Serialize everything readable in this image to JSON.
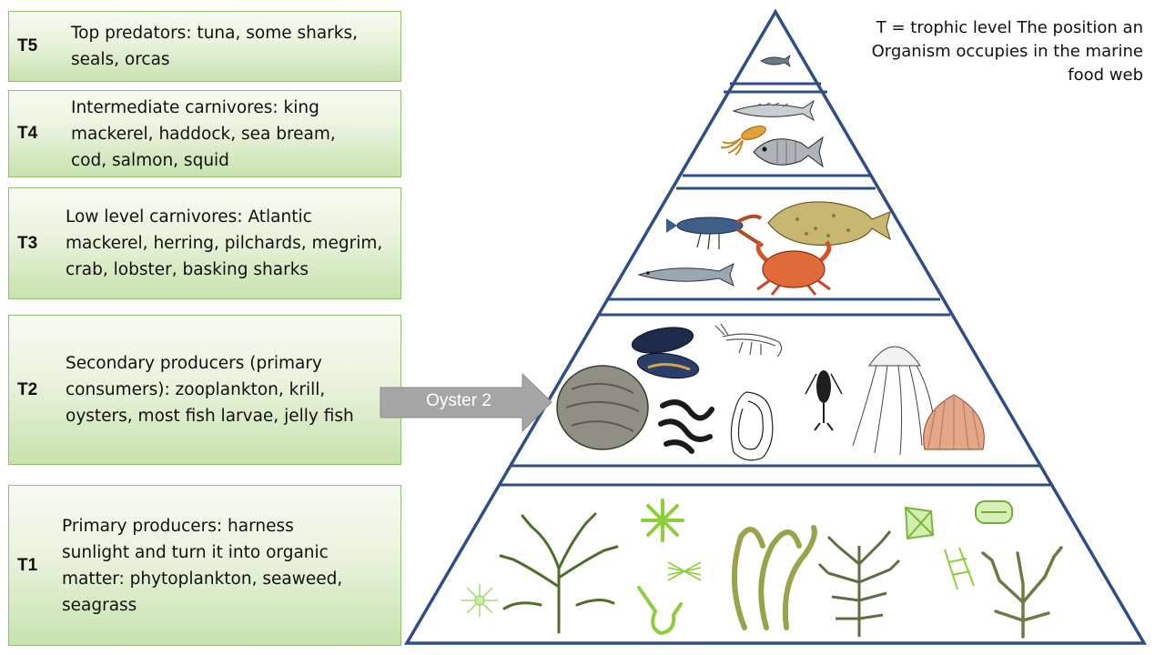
{
  "legend": {
    "text": "T = trophic level The position an Organism occupies in the marine food web"
  },
  "levels": [
    {
      "code": "T5",
      "description": "Top predators: tuna, some sharks, seals, orcas"
    },
    {
      "code": "T4",
      "description": "Intermediate carnivores: king mackerel, haddock, sea bream, cod, salmon, squid"
    },
    {
      "code": "T3",
      "description": "Low level carnivores: Atlantic mackerel, herring, pilchards, megrim, crab, lobster, basking sharks"
    },
    {
      "code": "T2",
      "description": "Secondary producers (primary consumers): zooplankton, krill, oysters, most fish larvae, jelly fish"
    },
    {
      "code": "T1",
      "description": "Primary producers: harness sunlight and turn it into organic matter: phytoplankton, seaweed, seagrass"
    }
  ],
  "pointer": {
    "label": "Oyster 2"
  },
  "colors": {
    "pyramid_outline": "#2f4e86",
    "box_border": "#8fbf6f",
    "box_fill_top": "#f7fbf2",
    "box_fill_bottom": "#c8e2ae",
    "arrow_fill": "#a6a6a6",
    "seaweed_green": "#5a7a2e",
    "algae_light": "#8ccf3a"
  },
  "icons": [
    "tuna-icon",
    "mackerel-icon",
    "squid-icon",
    "sea-bream-icon",
    "lobster-icon",
    "flatfish-icon",
    "herring-icon",
    "crab-icon",
    "mussel-icon",
    "krill-icon",
    "jellyfish-icon",
    "oyster-icon",
    "worm-icon",
    "oyster-shell-outline-icon",
    "copepod-icon",
    "scallop-icon",
    "seaweed-icon",
    "phytoplankton-icon",
    "seagrass-icon"
  ]
}
